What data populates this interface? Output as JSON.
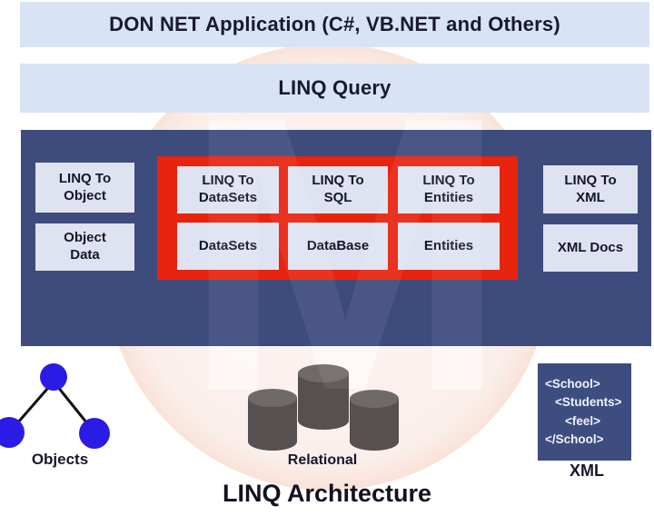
{
  "top_bar": {
    "label": "DON NET Application (C#, VB.NET and Others)"
  },
  "query_bar": {
    "label": "LINQ Query"
  },
  "providers": {
    "left": {
      "linq_to_object": "LINQ To\nObject",
      "object_data": "Object\nData"
    },
    "center": {
      "linq_to_datasets": "LINQ To\nDataSets",
      "linq_to_sql": "LINQ To\nSQL",
      "linq_to_entities": "LINQ To\nEntities",
      "datasets": "DataSets",
      "database": "DataBase",
      "entities": "Entities"
    },
    "right": {
      "linq_to_xml": "LINQ To\nXML",
      "xml_docs": "XML Docs"
    }
  },
  "sources": {
    "objects_label": "Objects",
    "relational_label": "Relational",
    "xml_label": "XML",
    "xml_code": {
      "line1": "<School>",
      "line2": "<Students>",
      "line3": "<feel>",
      "line4": "</School>"
    }
  },
  "footer": {
    "title": "LINQ Architecture"
  },
  "watermark": {
    "letter": "M"
  },
  "colors": {
    "bar_bg": "#d9e3f6",
    "navy_panel": "#3d4b7d",
    "red_frame": "#e8230e",
    "light_box": "#dfe3f1",
    "xml_box_bg": "#3e4d80",
    "object_circle_blue": "#2a1ce4",
    "cylinder_gray": "#575050",
    "cylinder_top_gray": "#6f6968",
    "watermark_salmon": "#ee9669",
    "text_dark": "#17172b"
  }
}
